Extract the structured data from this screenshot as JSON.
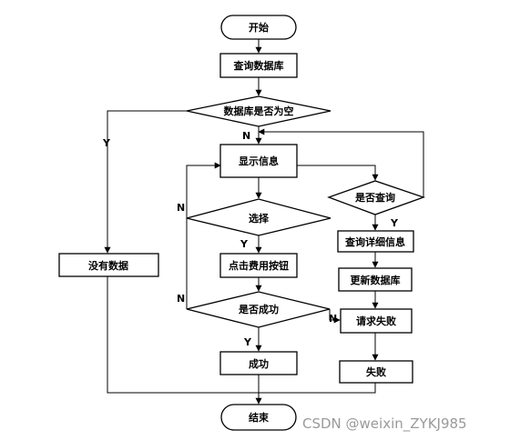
{
  "nodes": {
    "start": "开始",
    "query_db": "查询数据库",
    "db_empty": "数据库是否为空",
    "show_info": "显示信息",
    "choose": "选择",
    "click_fee": "点击费用按钮",
    "is_success": "是否成功",
    "success": "成功",
    "end": "结束",
    "no_data": "没有数据",
    "is_query": "是否查询",
    "query_detail": "查询详细信息",
    "update_db": "更新数据库",
    "request_fail": "请求失败",
    "fail": "失败"
  },
  "edges": {
    "db_empty_yes": "Y",
    "db_empty_no": "N",
    "choose_yes": "Y",
    "choose_no": "N",
    "success_yes": "Y",
    "success_no_left": "N",
    "success_no_right": "N",
    "query_yes": "Y"
  },
  "watermark": "CSDN @weixin_ZYKJ985"
}
